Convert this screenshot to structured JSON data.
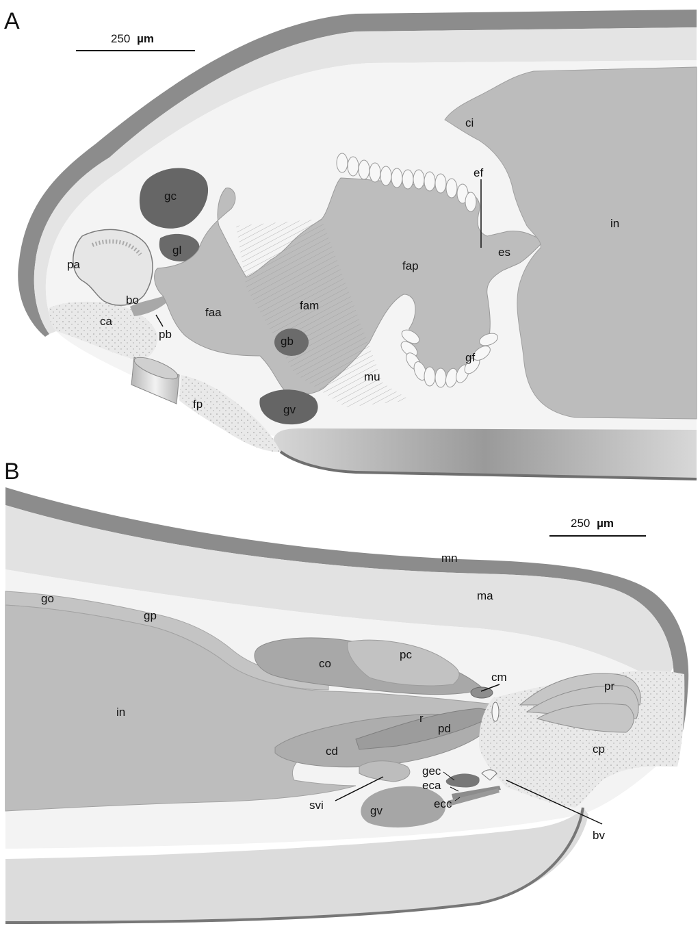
{
  "panels": {
    "A": {
      "letter": "A",
      "scale_bar": {
        "value": "250",
        "unit": "µm"
      },
      "labels": {
        "gc": "gc",
        "gl": "gl",
        "pa": "pa",
        "bo": "bo",
        "ca": "ca",
        "pb": "pb",
        "faa": "faa",
        "fam": "fam",
        "gb": "gb",
        "mu": "mu",
        "gv": "gv",
        "fp": "fp",
        "fap": "fap",
        "gf": "gf",
        "ci": "ci",
        "ef": "ef",
        "es": "es",
        "in": "in"
      }
    },
    "B": {
      "letter": "B",
      "scale_bar": {
        "value": "250",
        "unit": "µm"
      },
      "labels": {
        "mn": "mn",
        "ma": "ma",
        "go": "go",
        "gp": "gp",
        "co": "co",
        "pc": "pc",
        "cm": "cm",
        "pr": "pr",
        "in": "in",
        "r": "r",
        "pd": "pd",
        "cd": "cd",
        "cp": "cp",
        "gec": "gec",
        "eca": "eca",
        "ecc": "ecc",
        "svi": "svi",
        "gv": "gv",
        "bv": "bv"
      }
    }
  },
  "colors": {
    "body_wall": "#8a8a8a",
    "tissue_light": "#ececec",
    "organ_mid": "#bdbdbd",
    "organ_dark": "#6a6a6a",
    "cell_fill": "#f7f7f7"
  }
}
